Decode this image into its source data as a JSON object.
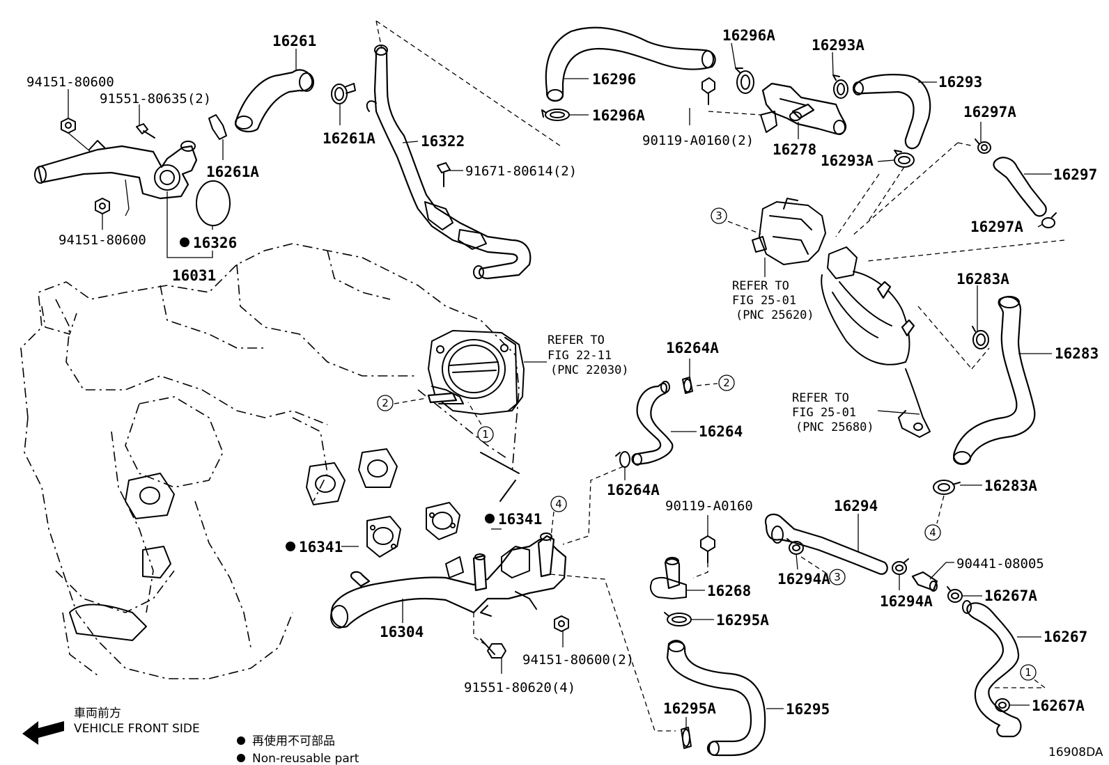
{
  "labels": {
    "p16261": "16261",
    "p94151_80600_top": "94151-80600",
    "p91551_80635": "91551-80635(2)",
    "p16261A_top": "16261A",
    "p16261A_bottom": "16261A",
    "p94151_80600_mid": "94151-80600",
    "p16326": "16326",
    "p16031": "16031",
    "p16322": "16322",
    "p91671_80614": "91671-80614(2)",
    "p16296": "16296",
    "p16296A_top": "16296A",
    "p16296A_bottom": "16296A",
    "p90119_A0160_2": "90119-A0160(2)",
    "p16278": "16278",
    "p16293A_top": "16293A",
    "p16293": "16293",
    "p16293A_bottom": "16293A",
    "p16297A_top": "16297A",
    "p16297": "16297",
    "p16297A_bottom": "16297A",
    "p16283A_top": "16283A",
    "p16283": "16283",
    "p16283A_bottom": "16283A",
    "p16264A_top": "16264A",
    "p16264": "16264",
    "p16264A_bottom": "16264A",
    "p16341_right": "16341",
    "p16341_left": "16341",
    "p16304": "16304",
    "p94151_80600_2": "94151-80600(2)",
    "p91551_80620": "91551-80620(4)",
    "p90119_A0160": "90119-A0160",
    "p16268": "16268",
    "p16295A_top": "16295A",
    "p16295A_bottom": "16295A",
    "p16295": "16295",
    "p16294": "16294",
    "p16294A_left": "16294A",
    "p16294A_right": "16294A",
    "p90441_08005": "90441-08005",
    "p16267A_top": "16267A",
    "p16267": "16267",
    "p16267A_bottom": "16267A"
  },
  "refs": {
    "throttle": {
      "line1": "REFER TO",
      "line2": "FIG 22-11",
      "line3": "(PNC 22030)"
    },
    "egr_top": {
      "line1": "REFER TO",
      "line2": "FIG 25-01",
      "line3": "(PNC 25620)"
    },
    "egr_bottom": {
      "line1": "REFER TO",
      "line2": "FIG 25-01",
      "line3": "(PNC 25680)"
    }
  },
  "callouts": {
    "c1_throttle": "1",
    "c2_throttle": "2",
    "c2_hose": "2",
    "c3_egr": "3",
    "c3_hose": "3",
    "c4_housing": "4",
    "c4_hose": "4",
    "c1_hose": "1"
  },
  "legend": {
    "front_jp": "車両前方",
    "front_en": "VEHICLE FRONT SIDE",
    "nonreuse_jp": "再使用不可部品",
    "nonreuse_en": "Non-reusable part"
  },
  "figure_code": "16908DA"
}
